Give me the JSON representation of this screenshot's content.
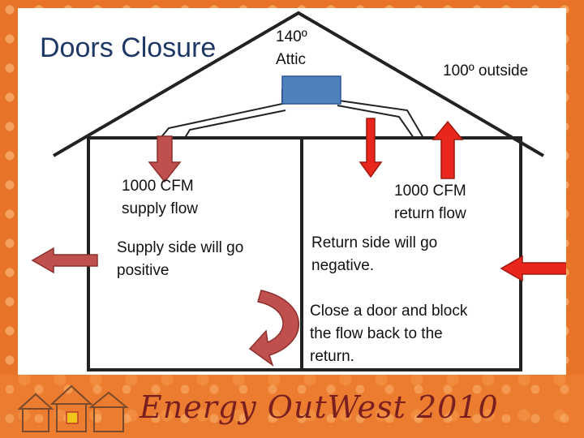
{
  "title": "Doors Closure",
  "attic_temp": "140º\nAttic",
  "outside_temp": "100º outside",
  "supply_flow": "1000 CFM\nsupply flow",
  "return_flow": "1000 CFM\nreturn flow",
  "supply_note": "Supply side will go\npositive",
  "return_note": "Return side will go\nnegative.",
  "door_note": "Close a door and block\nthe flow back to the\nreturn.",
  "footer_brand": "Energy OutWest 2010",
  "colors": {
    "title": "#1f3864",
    "supply_arrow": "#c0504d",
    "return_arrow": "#e8261b",
    "air_handler": "#4f81bd",
    "background": "#e8742a"
  }
}
